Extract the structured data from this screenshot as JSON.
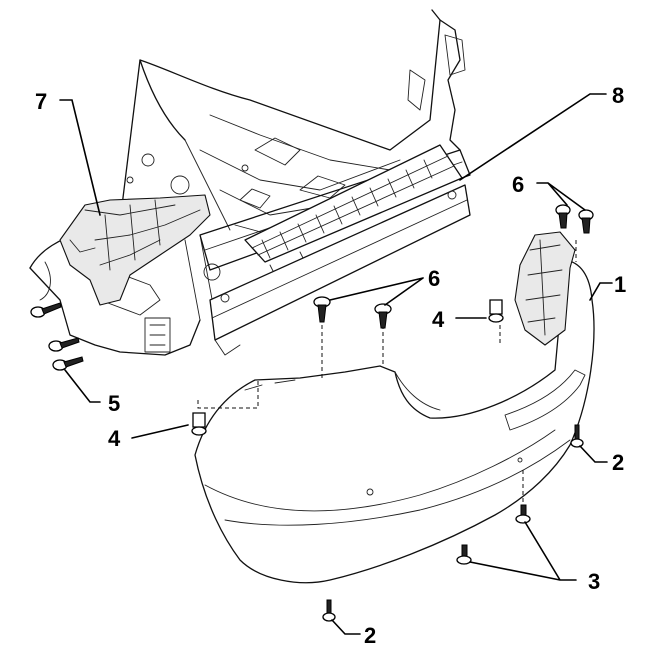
{
  "callouts": {
    "c1": "1",
    "c2a": "2",
    "c2b": "2",
    "c3": "3",
    "c4a": "4",
    "c4b": "4",
    "c5": "5",
    "c6a": "6",
    "c6b": "6",
    "c7": "7",
    "c8": "8"
  },
  "colors": {
    "line": "#111111",
    "background": "#ffffff"
  }
}
